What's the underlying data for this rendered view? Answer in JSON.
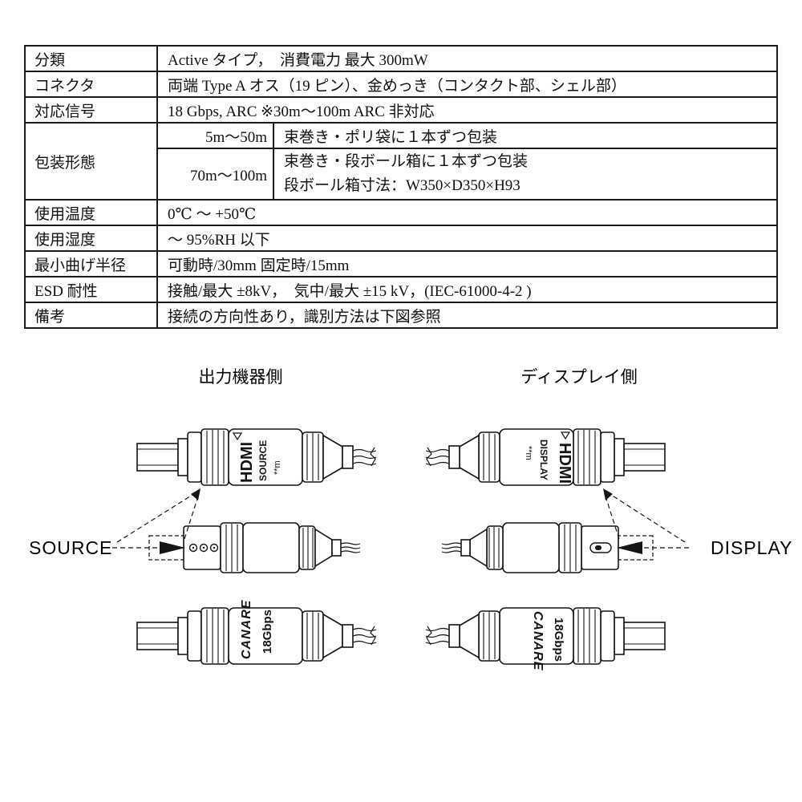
{
  "table": {
    "rows": [
      {
        "label": "分類",
        "value": "Active タイプ，　消費電力 最大 300mW"
      },
      {
        "label": "コネクタ",
        "value": "両端 Type A オス（19 ピン）、金めっき（コンタクト部、シェル部）"
      },
      {
        "label": "対応信号",
        "value": "18 Gbps, ARC ※30m～100m ARC 非対応"
      },
      {
        "label": "包装形態",
        "sub": [
          {
            "range": "5m～50m",
            "lines": [
              "束巻き・ポリ袋に１本ずつ包装"
            ]
          },
          {
            "range": "70m～100m",
            "lines": [
              "束巻き・段ボール箱に１本ずつ包装",
              "段ボール箱寸法：W350×D350×H93"
            ]
          }
        ]
      },
      {
        "label": "使用温度",
        "value": "0℃ ～ +50℃"
      },
      {
        "label": "使用湿度",
        "value": "～ 95%RH 以下"
      },
      {
        "label": "最小曲げ半径",
        "value": "可動時/30mm 固定時/15mm"
      },
      {
        "label": "ESD 耐性",
        "value": "接触/最大 ±8kV，　気中/最大 ±15 kV，(IEC-61000-4-2 )"
      },
      {
        "label": "備考",
        "value": "接続の方向性あり，識別方法は下図参照"
      }
    ]
  },
  "diagram": {
    "left_header": "出力機器側",
    "right_header": "ディスプレイ側",
    "source_label": "SOURCE",
    "display_label": "DISPLAY",
    "markings": {
      "hdmi": "HDMI",
      "source": "SOURCE",
      "display": "DISPLAY",
      "length": "**m",
      "brand": "CANARE",
      "speed": "18Gbps"
    }
  }
}
